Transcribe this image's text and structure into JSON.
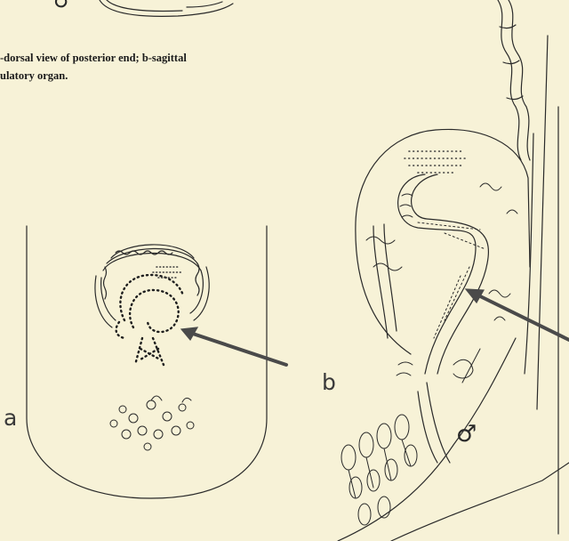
{
  "caption": {
    "line1": "-dorsal view of posterior end; b-sagittal",
    "line2": "ulatory organ."
  },
  "panels": {
    "a_label": "a",
    "b_label": "b"
  },
  "symbols": {
    "male": "♂",
    "top_partial": "♂"
  },
  "colors": {
    "background": "#f7f2d7",
    "ink": "#2a2a2a",
    "arrow": "#4a4a4a"
  }
}
